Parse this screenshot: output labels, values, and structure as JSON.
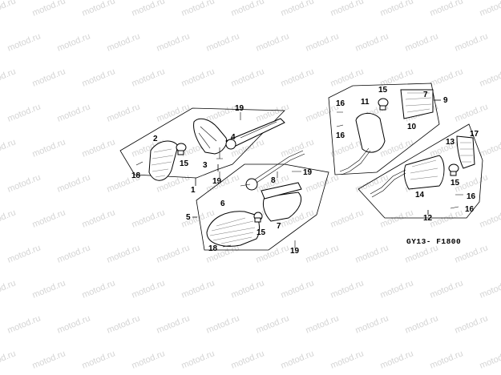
{
  "watermark": "motod.ru",
  "diagram_code": "GY13- F1800",
  "labels": {
    "p1": "1",
    "p2": "2",
    "p3": "3",
    "p4": "4",
    "p5": "5",
    "p6": "6",
    "p7": "7",
    "p8": "8",
    "p9": "9",
    "p10": "10",
    "p11": "11",
    "p12": "12",
    "p13": "13",
    "p14": "14",
    "p15a": "15",
    "p15b": "15",
    "p15c": "15",
    "p15d": "15",
    "p16a": "16",
    "p16b": "16",
    "p16c": "16",
    "p16d": "16",
    "p17a": "17",
    "p17b": "7",
    "p18a": "18",
    "p18b": "18",
    "p19a": "19",
    "p19b": "19",
    "p19c": "19",
    "p19d": "19"
  },
  "colors": {
    "ink": "#000000",
    "watermark": "#d4d4d4",
    "background": "#ffffff"
  }
}
